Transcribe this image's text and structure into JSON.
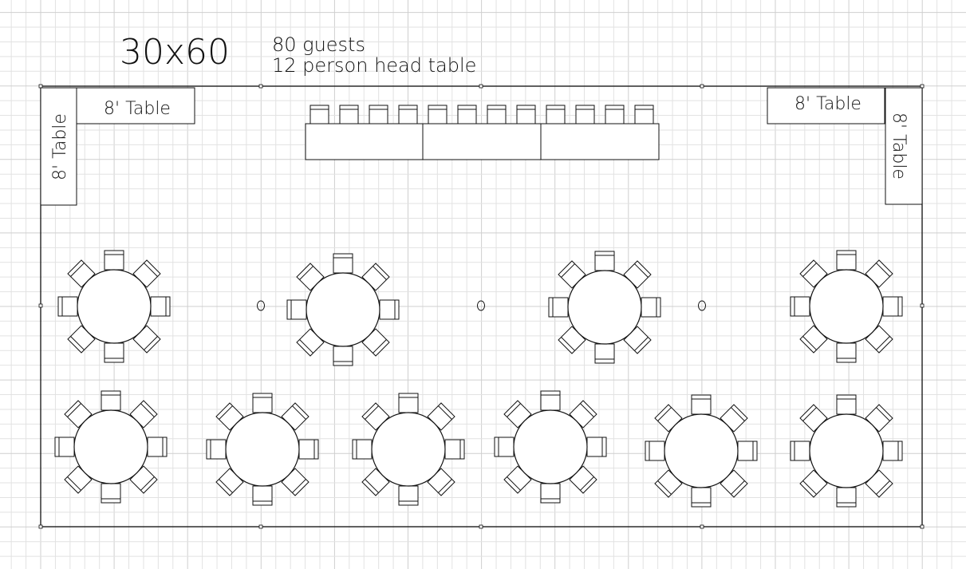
{
  "title": "30x60",
  "notes": [
    "80 guests",
    "12 person head table"
  ],
  "table_label": "8' Table",
  "head_table_chairs": 12,
  "round_tables": 10,
  "chairs_per_round_table": 8,
  "colors": {
    "grid_minor": "#e2e2e2",
    "grid_major": "#cfcfcf",
    "ink": "#111111"
  }
}
